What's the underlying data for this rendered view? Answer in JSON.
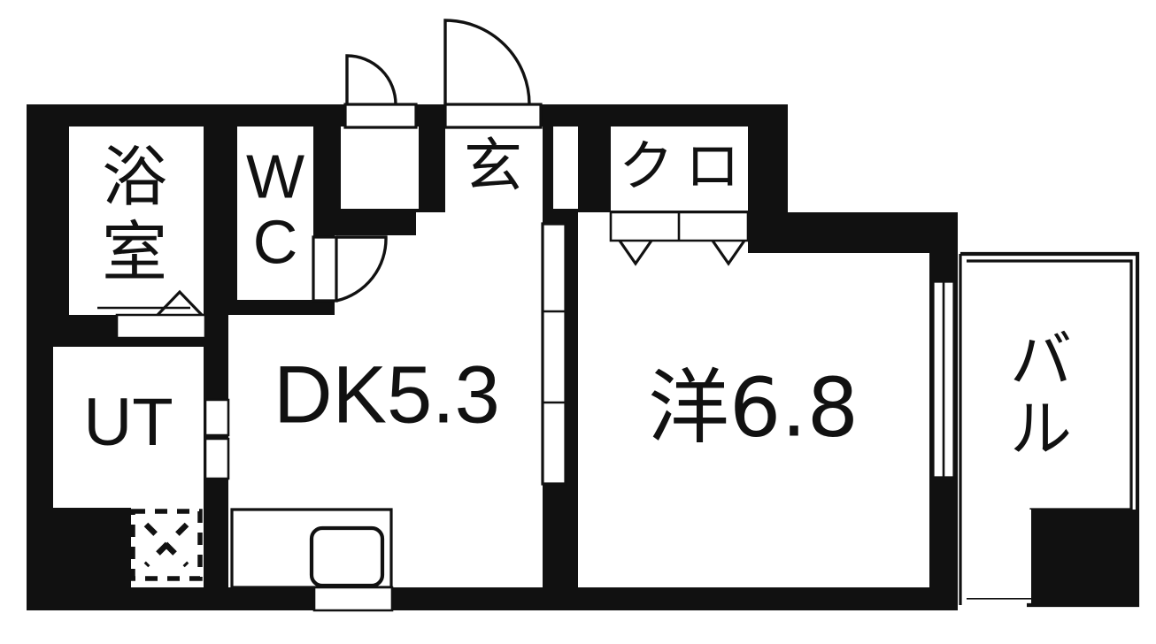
{
  "plan": {
    "title": "Apartment floor plan",
    "type": "residential-floor-plan",
    "colors": {
      "wall": "#111111",
      "room_fill": "#ffffff",
      "background": "#ffffff",
      "line": "#111111"
    }
  },
  "rooms": [
    {
      "key": "bathroom",
      "label": "浴室",
      "label_chars": [
        "浴",
        "室"
      ],
      "orientation": "vertical",
      "description": "Bath room, upper-left"
    },
    {
      "key": "wc",
      "label": "WC",
      "label_chars": [
        "W",
        "C"
      ],
      "orientation": "vertical",
      "description": "Toilet, upper-left middle"
    },
    {
      "key": "entrance",
      "label": "玄",
      "label_chars": [
        "玄"
      ],
      "orientation": "single",
      "description": "Entrance / genkan"
    },
    {
      "key": "closet",
      "label": "クロ",
      "label_chars": [
        "ク",
        "ロ"
      ],
      "orientation": "horizontal",
      "description": "Closet with folding doors"
    },
    {
      "key": "utility",
      "label": "UT",
      "label_chars": [
        "U",
        "T"
      ],
      "orientation": "horizontal",
      "description": "Utility / washer space"
    },
    {
      "key": "dining_kitchen",
      "label": "DK5.3",
      "area": "5.3",
      "prefix": "DK",
      "description": "Dining kitchen, 5.3 jo"
    },
    {
      "key": "western_room",
      "label": "洋6.8",
      "area": "6.8",
      "prefix": "洋",
      "description": "Western-style room, 6.8 jo"
    },
    {
      "key": "balcony",
      "label": "バル",
      "label_chars": [
        "バ",
        "ル"
      ],
      "orientation": "vertical",
      "description": "Balcony, right side"
    }
  ],
  "fixtures": [
    {
      "key": "washer-space",
      "symbol": "dashed-square-with-x",
      "room": "utility"
    },
    {
      "key": "kitchen-sink",
      "symbol": "rounded-rectangle",
      "room": "dining_kitchen"
    },
    {
      "key": "kitchen-counter",
      "symbol": "rectangle",
      "room": "dining_kitchen"
    }
  ],
  "openings": [
    {
      "key": "entrance-door",
      "type": "swing-door",
      "arc": "quarter"
    },
    {
      "key": "bathroom-outer-door",
      "type": "swing-door",
      "arc": "quarter"
    },
    {
      "key": "wc-door",
      "type": "swing-door",
      "arc": "quarter"
    },
    {
      "key": "bathroom-folding-door",
      "type": "folding-door",
      "symbol": "triangle"
    },
    {
      "key": "closet-folding-doors",
      "type": "folding-door",
      "symbol": "double-v"
    },
    {
      "key": "dk-bedroom-sliding-door",
      "type": "sliding-door",
      "panels": 3
    },
    {
      "key": "balcony-sliding-window",
      "type": "sliding-window",
      "panels": 2
    },
    {
      "key": "kitchen-window",
      "type": "window",
      "panels": 1
    },
    {
      "key": "utility-passage",
      "type": "opening",
      "panels": 2
    }
  ],
  "labels": {
    "bathroom_1": "浴",
    "bathroom_2": "室",
    "wc_1": "W",
    "wc_2": "C",
    "entrance": "玄",
    "closet_1": "ク",
    "closet_2": "ロ",
    "utility": "UT",
    "dk": "DK5.3",
    "western": "洋6.8",
    "balcony_1": "バ",
    "balcony_2": "ル"
  }
}
